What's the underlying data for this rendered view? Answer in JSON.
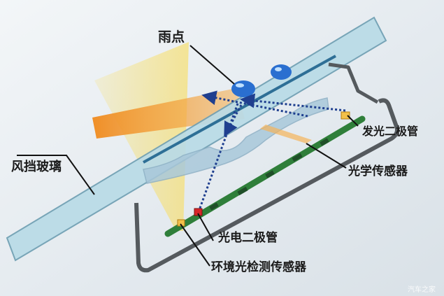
{
  "labels": {
    "raindrop": "雨点",
    "led": "发光二极管",
    "optical_sensor": "光学传感器",
    "windshield": "风挡玻璃",
    "photodiode": "光电二极管",
    "ambient_sensor": "环境光检测传感器"
  },
  "watermark": "汽车之家",
  "colors": {
    "background": "#e9eef2",
    "glass": "#b9dbe7",
    "glass_edge": "#6f9fb3",
    "light_beam": "#f7de6a",
    "ir_beam": "#f2a33a",
    "pcb": "#2f7f3a",
    "housing": "#555a5e",
    "arrow": "#1f3f8f",
    "drop": "#2a6fd0",
    "photodiode": "#d8262a",
    "led": "#f3c04a"
  }
}
